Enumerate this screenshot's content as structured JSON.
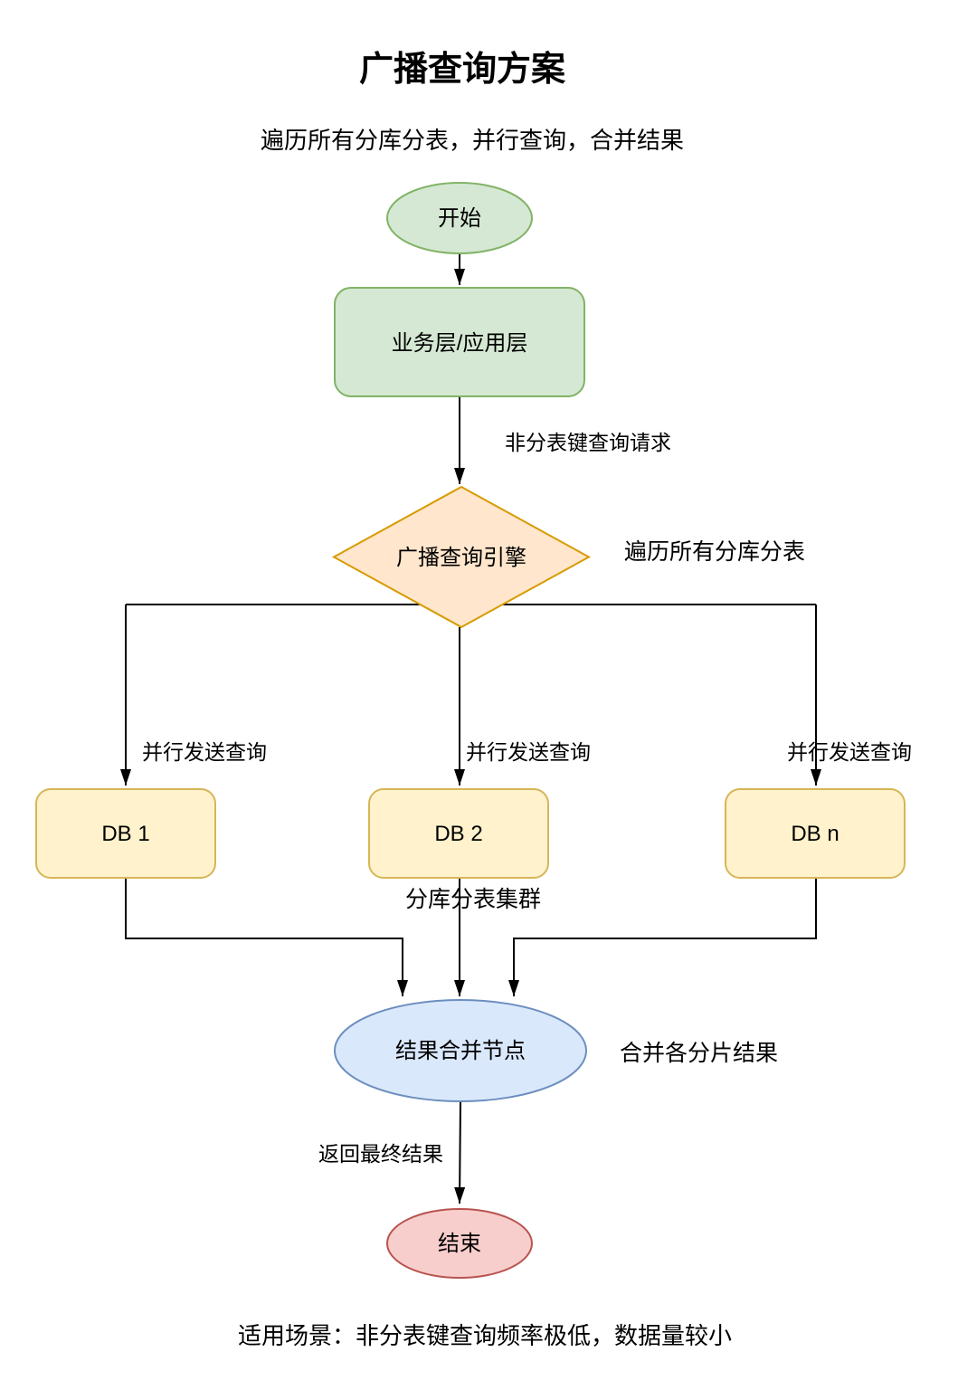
{
  "title": "广播查询方案",
  "subtitle": "遍历所有分库分表，并行查询，合并结果",
  "footnote": "适用场景：非分表键查询频率极低，数据量较小",
  "nodes": {
    "start": {
      "label": "开始",
      "type": "terminator"
    },
    "app_layer": {
      "label": "业务层/应用层",
      "type": "process"
    },
    "broadcast_engine": {
      "label": "广播查询引擎",
      "type": "decision"
    },
    "db1": {
      "label": "DB 1",
      "type": "database"
    },
    "db2": {
      "label": "DB 2",
      "type": "database"
    },
    "dbn": {
      "label": "DB n",
      "type": "database"
    },
    "merge_node": {
      "label": "结果合并节点",
      "type": "process"
    },
    "end": {
      "label": "结束",
      "type": "terminator"
    }
  },
  "edge_labels": {
    "query_request": "非分表键查询请求",
    "traverse_all": "遍历所有分库分表",
    "parallel_send": "并行发送查询",
    "shard_cluster": "分库分表集群",
    "merge_results": "合并各分片结果",
    "return_final": "返回最终结果"
  },
  "colors": {
    "start_fill": "#d5e8d4",
    "start_stroke": "#82b366",
    "process_fill": "#d5e8d4",
    "process_stroke": "#82b366",
    "decision_fill": "#ffe6cc",
    "decision_stroke": "#d79b00",
    "db_fill": "#fff2cc",
    "db_stroke": "#d6b656",
    "merge_fill": "#dae8fc",
    "merge_stroke": "#6c8ebf",
    "end_fill": "#f8cecc",
    "end_stroke": "#b85450",
    "line": "#000000",
    "text": "#000000",
    "background": "#ffffff"
  }
}
